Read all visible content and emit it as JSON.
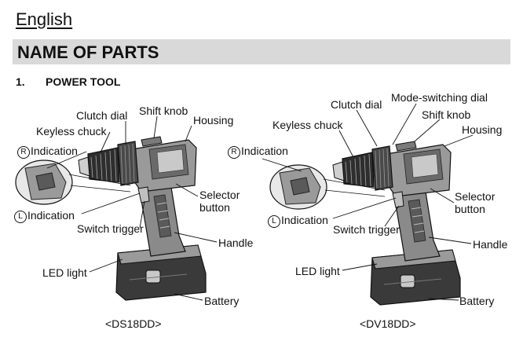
{
  "language": "English",
  "banner_title": "NAME OF PARTS",
  "section": {
    "number": "1.",
    "title": "POWER TOOL"
  },
  "left": {
    "model": "<DS18DD>",
    "labels": {
      "clutch_dial": "Clutch dial",
      "shift_knob": "Shift knob",
      "housing": "Housing",
      "keyless_chuck": "Keyless chuck",
      "r_glyph": "R",
      "r_indication": "Indication",
      "selector_button_l1": "Selector",
      "selector_button_l2": "button",
      "l_glyph": "L",
      "l_indication": "Indication",
      "switch_trigger": "Switch trigger",
      "handle": "Handle",
      "led_light": "LED light",
      "battery": "Battery"
    }
  },
  "right": {
    "model": "<DV18DD>",
    "labels": {
      "clutch_dial": "Clutch dial",
      "mode_switching_dial": "Mode-switching dial",
      "shift_knob": "Shift knob",
      "housing": "Housing",
      "keyless_chuck": "Keyless chuck",
      "r_glyph": "R",
      "r_indication": "Indication",
      "selector_button_l1": "Selector",
      "selector_button_l2": "button",
      "l_glyph": "L",
      "l_indication": "Indication",
      "switch_trigger": "Switch trigger",
      "handle": "Handle",
      "led_light": "LED light",
      "battery": "Battery"
    }
  }
}
